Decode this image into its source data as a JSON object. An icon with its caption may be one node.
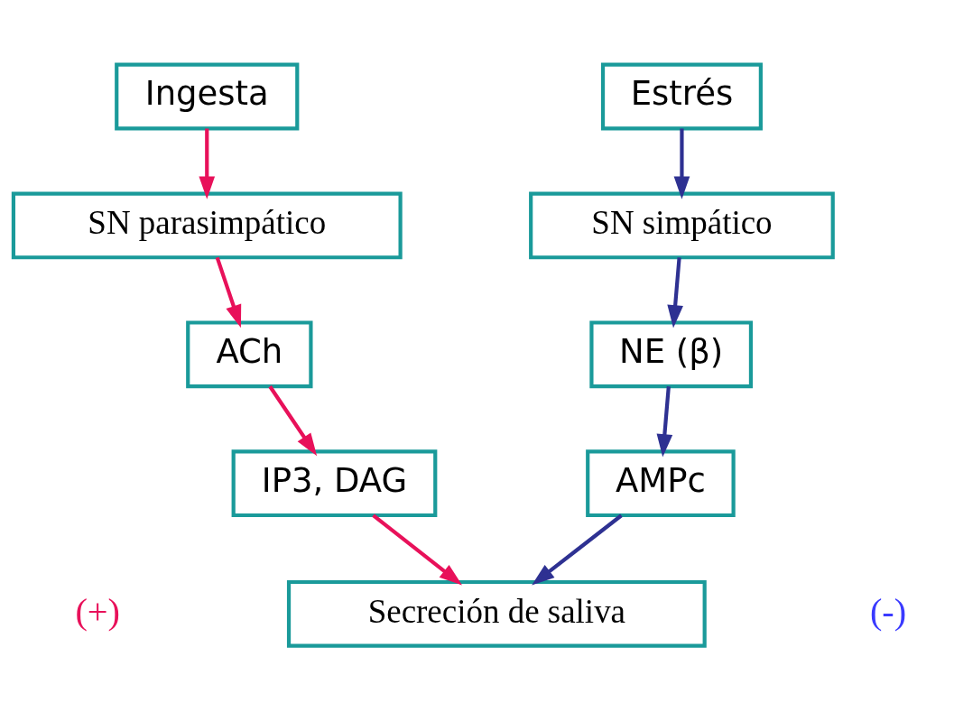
{
  "diagram": {
    "nodes": [
      {
        "text": [
          "Ingesta"
        ]
      },
      {
        "text": [
          "Estrés"
        ]
      },
      {
        "text": [
          "SN parasimpático"
        ]
      },
      {
        "text": [
          "SN simpático"
        ]
      },
      {
        "text": [
          "ACh"
        ]
      },
      {
        "text": [
          "NE (β)"
        ]
      },
      {
        "text": [
          "IP3, DAG"
        ]
      },
      {
        "text": [
          "AMPc"
        ]
      },
      {
        "text": [
          "Secreción de saliva"
        ]
      }
    ],
    "edges": [
      {
        "from": 0,
        "to": 2,
        "arrow": "to",
        "color": "#e8115a"
      },
      {
        "from": 2,
        "to": 4,
        "arrow": "to",
        "color": "#e8115a"
      },
      {
        "from": 4,
        "to": 6,
        "arrow": "to",
        "color": "#e8115a"
      },
      {
        "from": 6,
        "to": 8,
        "arrow": "to",
        "color": "#e8115a"
      },
      {
        "from": 1,
        "to": 3,
        "arrow": "to",
        "color": "#2e3192"
      },
      {
        "from": 3,
        "to": 5,
        "arrow": "to",
        "color": "#2e3192"
      },
      {
        "from": 5,
        "to": 7,
        "arrow": "to",
        "color": "#2e3192"
      },
      {
        "from": 7,
        "to": 8,
        "arrow": "to",
        "color": "#2e3192"
      }
    ],
    "labels": [
      "(+)",
      "(-)"
    ]
  }
}
